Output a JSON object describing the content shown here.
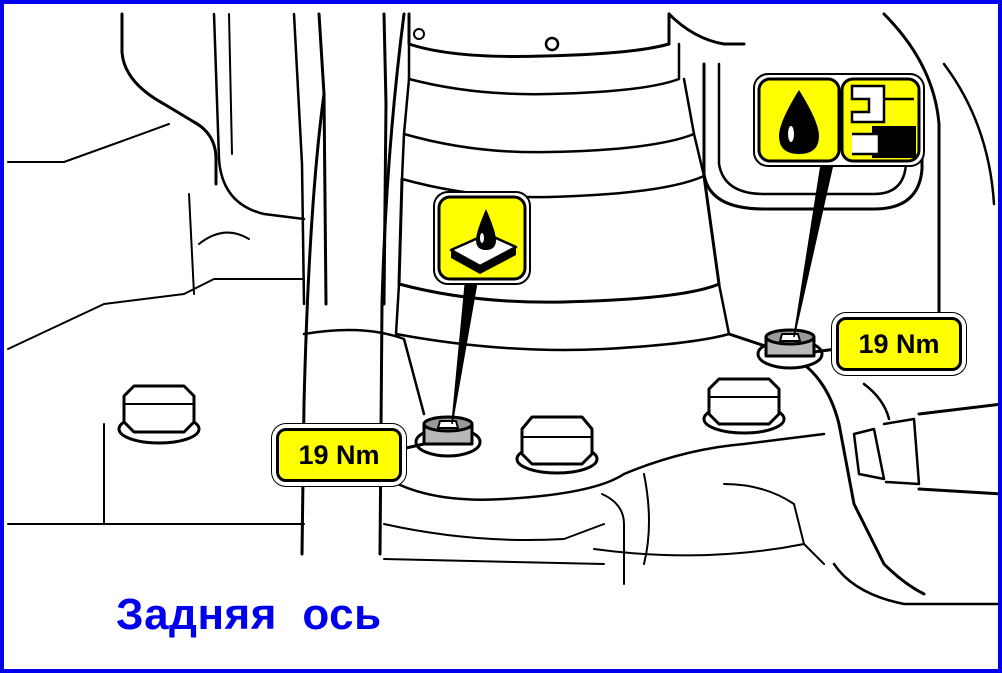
{
  "caption": "Задняя  ось",
  "torque_labels": {
    "left": "19 Nm",
    "right": "19 Nm"
  },
  "icons": {
    "sealant": "sealant-drop-on-surface-icon",
    "oil_fill": "oil-drop-icon",
    "oil_level": "oil-level-fill-plug-icon"
  },
  "colors": {
    "frame": "#0000ee",
    "label_fill": "#ffff00",
    "caption": "#0000ee",
    "line": "#000000"
  }
}
